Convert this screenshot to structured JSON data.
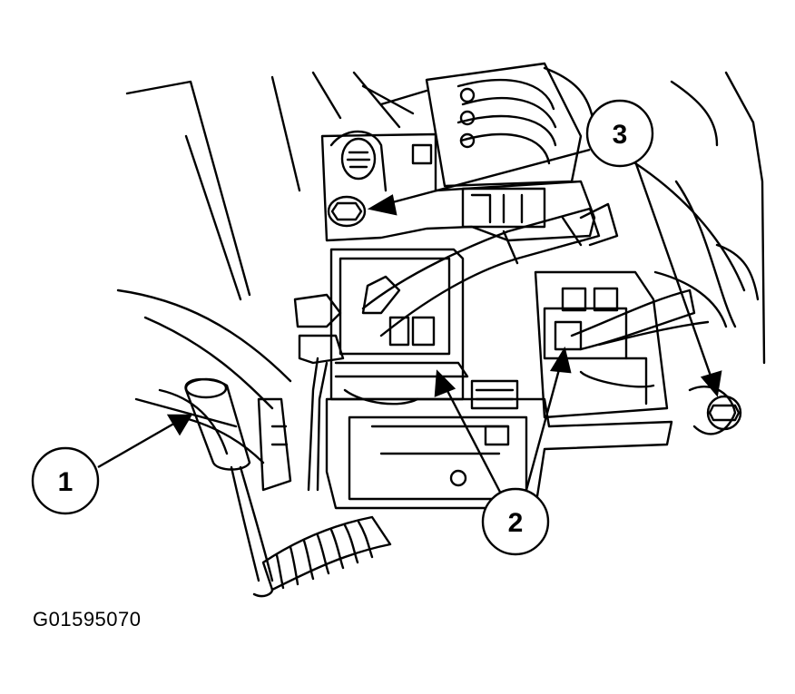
{
  "figure_id": "G01595070",
  "callouts": [
    {
      "number": "1"
    },
    {
      "number": "2"
    },
    {
      "number": "3"
    }
  ],
  "colors": {
    "line": "#000000",
    "background": "#ffffff"
  }
}
